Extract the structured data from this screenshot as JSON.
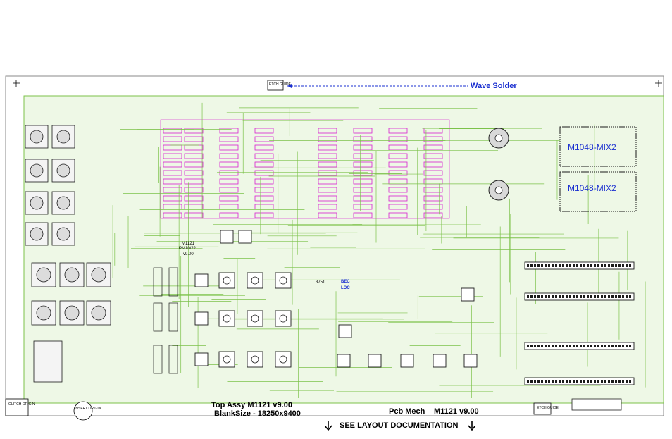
{
  "title_block": {
    "wave_solder": "Wave Solder",
    "top_assy": "Top Assy M1121   v9.00",
    "blank_size": "BlankSize - 18250x9400",
    "pcb_mech": "Pcb Mech",
    "pcb_version": "M1121  v9.00",
    "see_layout": "SEE LAYOUT DOCUMENTATION"
  },
  "markers": {
    "etch_guide_top": "ETCH GUIDE",
    "etch_guide_bottom": "ETCH GUIDE",
    "glitch_origin": "GLITCH ORIGIN",
    "insert_origin": "INSERT ORIGIN"
  },
  "modules": {
    "mix_1": "M1048-MIX2",
    "mix_2": "M1048-MIX2"
  },
  "silkscreen": {
    "board_id": "M1121",
    "panel": "PM10/22",
    "version": "v9.00",
    "serial": "3751",
    "bec": "BEC",
    "loc": "LOC"
  },
  "colors": {
    "background": "#ffffff",
    "board_fill": "#eef8e6",
    "trace_green": "#7cc24a",
    "silk_magenta": "#d81fd0",
    "label_blue": "#1a2fd0",
    "outline_black": "#1a1a1a"
  }
}
